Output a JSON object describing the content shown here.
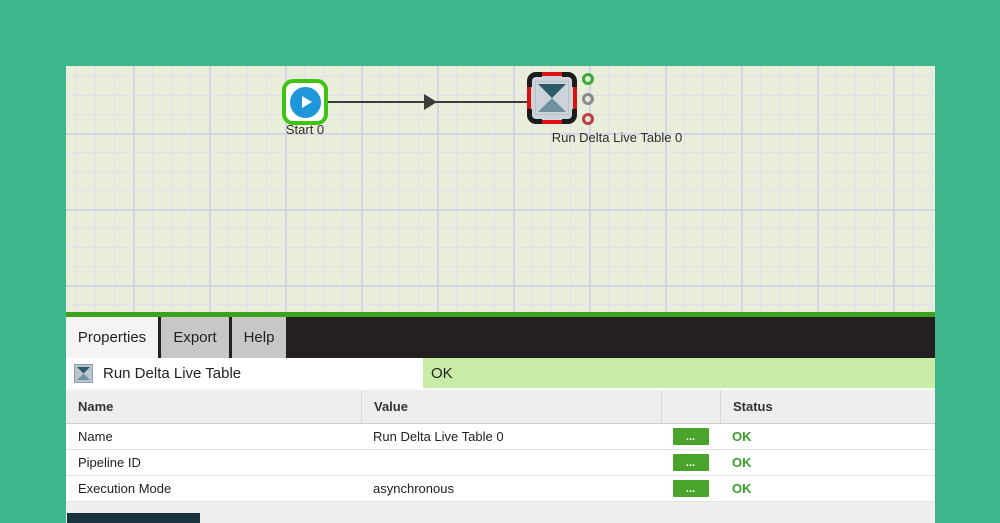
{
  "window": {
    "bg_color": "#3db68c",
    "accent_green": "#3da01e"
  },
  "canvas": {
    "nodes": [
      {
        "label": "Start 0",
        "type": "start"
      },
      {
        "label": "Run Delta Live Table 0",
        "type": "run-delta-live-table",
        "selected": true
      }
    ],
    "ports": [
      "green",
      "gray",
      "red"
    ]
  },
  "tabs": {
    "properties": "Properties",
    "export": "Export",
    "help": "Help"
  },
  "summary": {
    "title": "Run Delta Live Table",
    "status": "OK"
  },
  "table": {
    "headers": {
      "name": "Name",
      "value": "Value",
      "status": "Status"
    },
    "rows": [
      {
        "name": "Name",
        "value": "Run Delta Live Table 0",
        "button": "...",
        "status": "OK"
      },
      {
        "name": "Pipeline ID",
        "value": "",
        "button": "...",
        "status": "OK"
      },
      {
        "name": "Execution Mode",
        "value": "asynchronous",
        "button": "...",
        "status": "OK"
      }
    ]
  },
  "colors": {
    "canvas_bg": "#e9eedb",
    "node_selected_border": "#dd1111",
    "node_start_border": "#3fc413",
    "play_circle": "#1e96dc",
    "dots_button": "#4aa32b",
    "status_ok_text": "#37a02c",
    "summary_status_bg": "#c8eca6",
    "tabbar_bg": "#242021"
  }
}
